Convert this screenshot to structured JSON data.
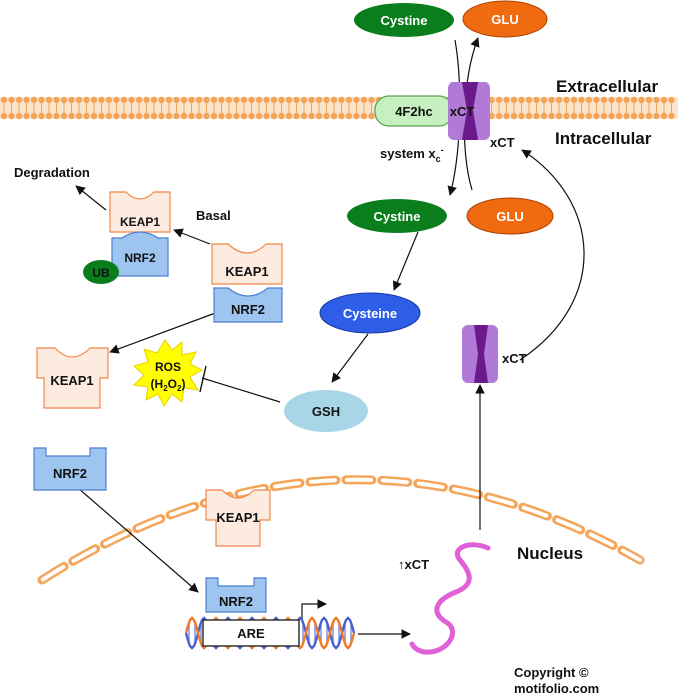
{
  "labels": {
    "extracellular": "Extracellular",
    "intracellular": "Intracellular",
    "nucleus": "Nucleus",
    "system_xc": "system x",
    "system_xc_sub": "c",
    "system_xc_sup": "-",
    "xct_membrane": "xCT",
    "xct_right": "xCT",
    "xct_transport": "xCT",
    "xct_up": "↑xCT",
    "degradation": "Degradation",
    "basal": "Basal",
    "copyright_line1": "Copyright ©",
    "copyright_line2": "motifolio.com"
  },
  "molecules": {
    "cystine_out": "Cystine",
    "glu_out": "GLU",
    "cystine_in": "Cystine",
    "glu_in": "GLU",
    "cysteine": "Cysteine",
    "gsh": "GSH",
    "f2hc": "4F2hc",
    "ub": "UB",
    "ros_line1": "ROS",
    "ros_line2_pre": "(H",
    "ros_line2_sub1": "2",
    "ros_line2_mid": "O",
    "ros_line2_sub2": "2",
    "ros_line2_post": ")"
  },
  "proteins": {
    "keap1_ub": "KEAP1",
    "nrf2_ub": "NRF2",
    "keap1_basal": "KEAP1",
    "nrf2_basal": "NRF2",
    "keap1_free": "KEAP1",
    "nrf2_free": "NRF2",
    "keap1_nucleus": "KEAP1",
    "nrf2_are": "NRF2",
    "are": "ARE"
  },
  "colors": {
    "green": "#0a7d1c",
    "orange": "#f06a10",
    "blue": "#2e5ee8",
    "light_blue": "#a8d6e6",
    "keap1_fill": "#fdebe0",
    "keap1_stroke": "#f0884a",
    "nrf2_fill": "#9ec4f0",
    "nrf2_stroke": "#4a7fd0",
    "membrane": "#f5a55a",
    "xct_purple": "#b07ad6",
    "xct_dark": "#6a1a8a",
    "mrna": "#e060d8",
    "ros_yellow": "#ffff00",
    "f2hc_fill": "#c6f0c0"
  }
}
